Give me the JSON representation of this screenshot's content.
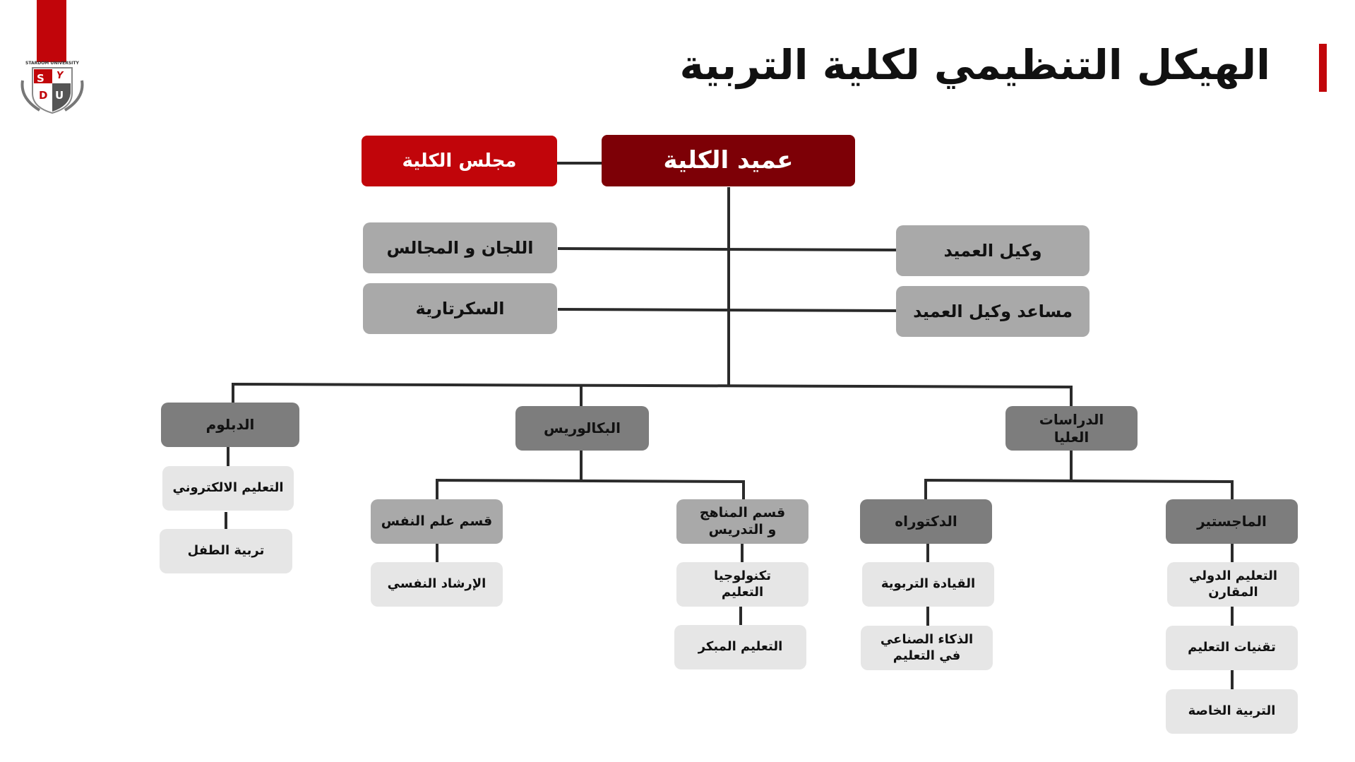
{
  "title": "الهيكل التنظيمي لكلية التربية",
  "logo": {
    "text": "STARDOM UNIVERSITY",
    "letters": [
      "S",
      "Y",
      "D",
      "U"
    ]
  },
  "colors": {
    "accent": "#c1050a",
    "dean": "#7d0006",
    "box_gray": "#a9a9a9",
    "level_gray": "#7d7d7d",
    "leaf_gray": "#e6e6e6"
  },
  "chart": {
    "dean": "عميد الكلية",
    "council": "مجلس الكلية",
    "committees": "اللجان و المجالس",
    "secretariat": "السكرتارية",
    "vice_dean": "وكيل العميد",
    "assistant_vice_dean": "مساعد وكيل العميد",
    "diploma": "الدبلوم",
    "diploma_items": [
      "التعليم الالكتروني",
      "تربية الطفل"
    ],
    "bachelor": "البكالوريس",
    "psychology_dept": "قسم علم النفس",
    "psychology_items": [
      "الإرشاد النفسي"
    ],
    "curricula_dept": "قسم المناهج و التدريس",
    "curricula_items": [
      "تكنولوجيا التعليم",
      "التعليم المبكر"
    ],
    "postgrad": "الدراسات العليا",
    "doctorate": "الدكتوراه",
    "doctorate_items": [
      "القيادة التربوية",
      "الذكاء الصناعي في التعليم"
    ],
    "masters": "الماجستير",
    "masters_items": [
      "التعليم الدولي المقارن",
      "تقنيات التعليم",
      "التربية الخاصة"
    ]
  }
}
